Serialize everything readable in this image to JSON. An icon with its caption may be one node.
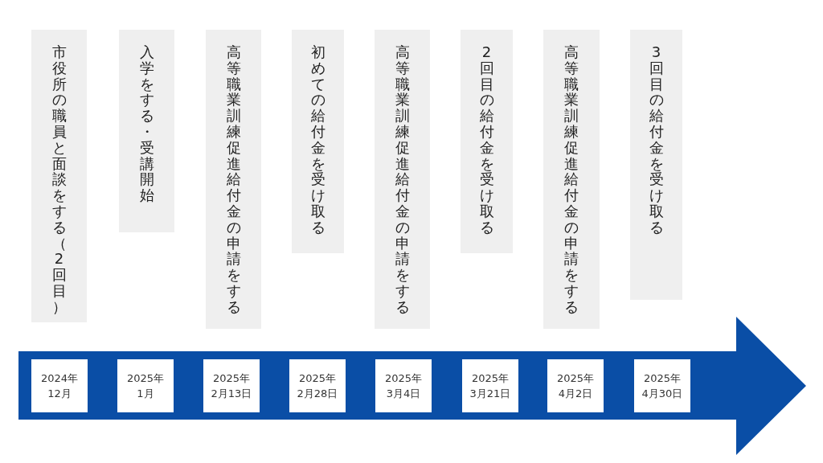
{
  "diagram": {
    "nodes": [
      {
        "text": [
          "市役所の職員と面談をする（2回目）"
        ]
      },
      {
        "text": [
          "入学をする・受講開始"
        ]
      },
      {
        "text": [
          "高等職業訓練促進給付金の申請をする"
        ]
      },
      {
        "text": [
          "初めての給付金を受け取る"
        ]
      },
      {
        "text": [
          "高等職業訓練促進給付金の申請をする"
        ]
      },
      {
        "text": [
          "2回目の給付金を受け取る"
        ]
      },
      {
        "text": [
          "高等職業訓練促進給付金の申請をする"
        ]
      },
      {
        "text": [
          "3回目の給付金を受け取る"
        ]
      },
      {
        "text": [],
        "shape": "arrow"
      },
      {
        "text": [
          "2024年12月"
        ],
        "in": 8
      },
      {
        "text": [
          "2025年1月"
        ],
        "in": 8
      },
      {
        "text": [
          "2025年2月13日"
        ],
        "in": 8
      },
      {
        "text": [
          "2025年2月28日"
        ],
        "in": 8
      },
      {
        "text": [
          "2025年3月4日"
        ],
        "in": 8
      },
      {
        "text": [
          "2025年3月21日"
        ],
        "in": 8
      },
      {
        "text": [
          "2025年4月2日"
        ],
        "in": 8
      },
      {
        "text": [
          "2025年4月30日"
        ],
        "in": 8
      }
    ]
  }
}
